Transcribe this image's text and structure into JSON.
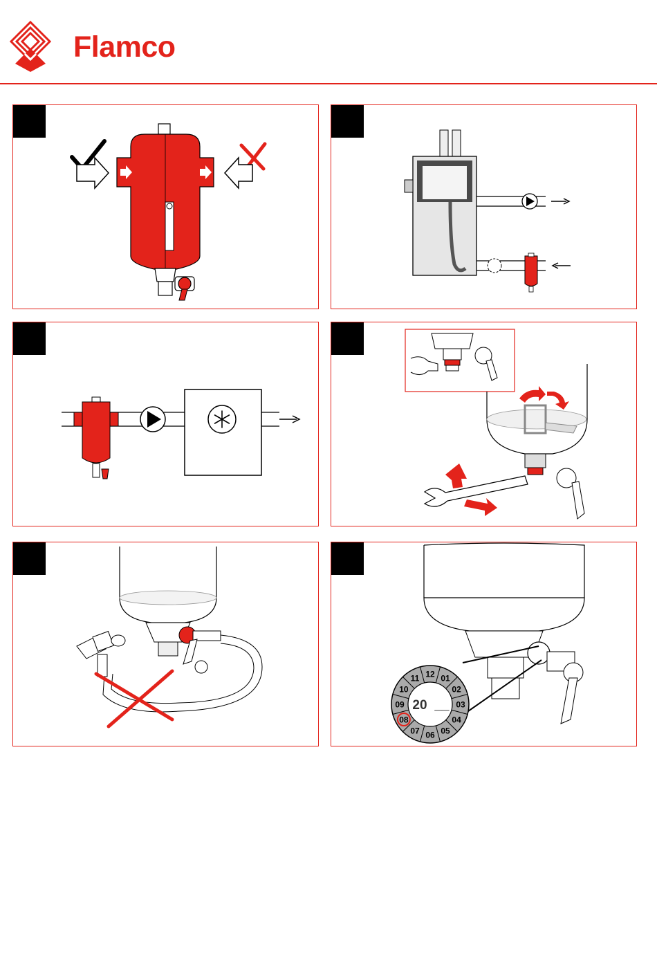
{
  "header": {
    "brand_name": "Flamco",
    "accent_color": "#e3231b"
  },
  "panels": [
    {
      "id": "step-1",
      "icons": [
        "check-icon",
        "cross-icon",
        "arrow-right-icon"
      ]
    },
    {
      "id": "step-2",
      "icons": [
        "pump-icon",
        "arrow-right-icon",
        "arrow-left-icon"
      ]
    },
    {
      "id": "step-3",
      "icons": [
        "pump-icon",
        "snowflake-icon",
        "arrow-right-icon"
      ]
    },
    {
      "id": "step-4",
      "icons": [
        "wrench-icon",
        "arrow-up-icon",
        "arrow-down-icon",
        "rotate-arrows-icon"
      ]
    },
    {
      "id": "step-5",
      "icons": [
        "cross-icon",
        "hose-icon",
        "tap-icon"
      ]
    },
    {
      "id": "step-6",
      "icons": [
        "date-dial-icon"
      ]
    }
  ],
  "date_dial": {
    "year_prefix": "20",
    "year_blank": "__",
    "months": [
      "12",
      "01",
      "02",
      "03",
      "04",
      "05",
      "06",
      "07",
      "08",
      "09",
      "10",
      "11"
    ],
    "highlighted_month": "08"
  }
}
